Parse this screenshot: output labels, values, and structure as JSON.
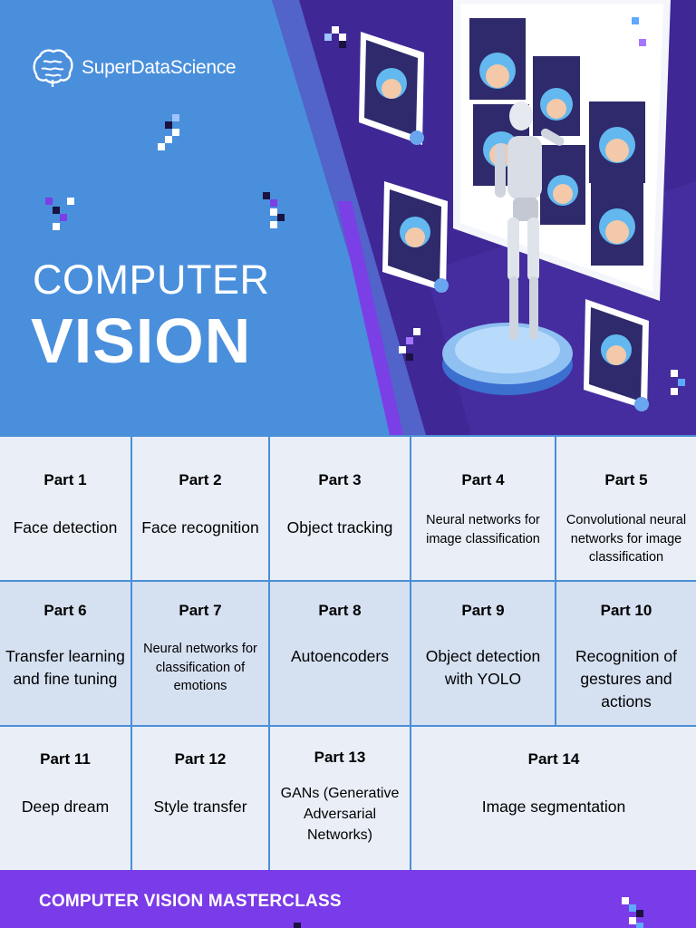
{
  "brand": {
    "name": "SuperDataScience",
    "logo_icon": "brain-logo-icon"
  },
  "hero": {
    "title_line1": "COMPUTER",
    "title_line2": "VISION",
    "illustration": "robot-face-recognition-illustration"
  },
  "parts": [
    {
      "label": "Part 1",
      "title": "Face detection"
    },
    {
      "label": "Part 2",
      "title": "Face recognition"
    },
    {
      "label": "Part 3",
      "title": "Object tracking"
    },
    {
      "label": "Part 4",
      "title": "Neural networks for image classification"
    },
    {
      "label": "Part 5",
      "title": "Convolutional neural networks for image classification"
    },
    {
      "label": "Part 6",
      "title": "Transfer learning and fine tuning"
    },
    {
      "label": "Part 7",
      "title": "Neural networks for classification of emotions"
    },
    {
      "label": "Part 8",
      "title": "Autoencoders"
    },
    {
      "label": "Part 9",
      "title": "Object detection with YOLO"
    },
    {
      "label": "Part 10",
      "title": "Recognition of gestures and actions"
    },
    {
      "label": "Part 11",
      "title": "Deep dream"
    },
    {
      "label": "Part 12",
      "title": "Style transfer"
    },
    {
      "label": "Part 13",
      "title": "GANs (Generative Adversarial Networks)"
    },
    {
      "label": "Part 14",
      "title": "Image segmentation"
    }
  ],
  "footer": {
    "title": "COMPUTER VISION MASTERCLASS"
  },
  "colors": {
    "hero_blue": "#4a8fdc",
    "hero_purple": "#4c2fa8",
    "grid_border": "#4b8fd6",
    "cell_light": "#e9eef7",
    "cell_alt": "#d5e0f1",
    "footer_purple": "#7a3be8"
  }
}
